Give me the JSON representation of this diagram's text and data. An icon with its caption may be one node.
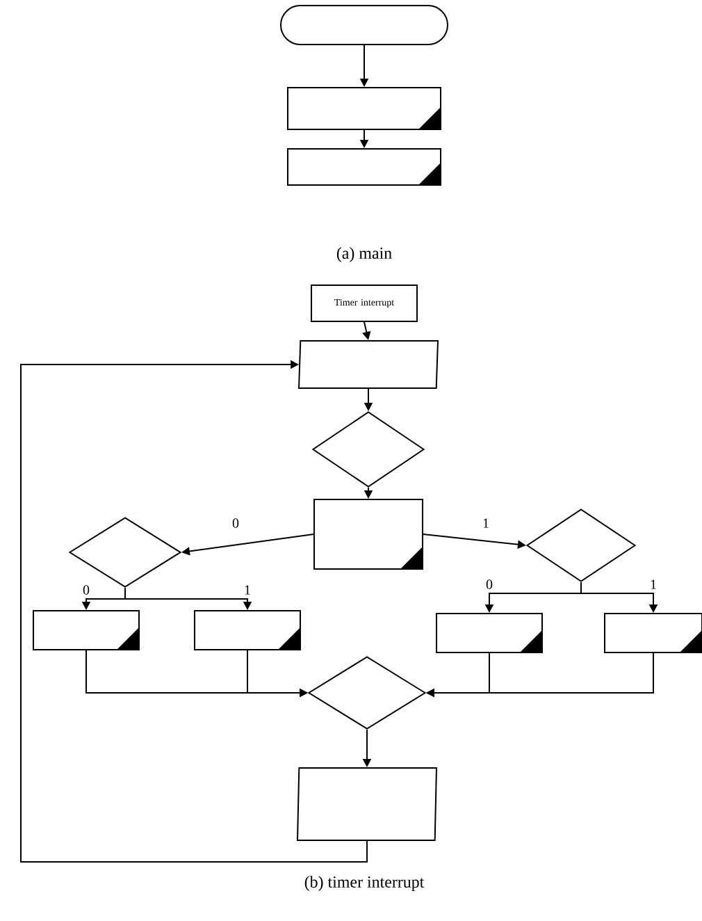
{
  "diagram": {
    "nodes": [
      {
        "text": [],
        "shape": "terminal"
      },
      {
        "text": [],
        "shape": "box"
      },
      {
        "text": [],
        "shape": "box"
      },
      {
        "text": [
          "Timer interrupt"
        ]
      },
      {
        "text": [],
        "shape": "parallelogram"
      },
      {
        "text": [],
        "shape": "diamond"
      },
      {
        "text": [],
        "shape": "box"
      },
      {
        "text": [],
        "shape": "diamond"
      },
      {
        "text": [],
        "shape": "diamond"
      },
      {
        "text": [],
        "shape": "box"
      },
      {
        "text": [],
        "shape": "box"
      },
      {
        "text": [],
        "shape": "box"
      },
      {
        "text": [],
        "shape": "box"
      },
      {
        "text": [],
        "shape": "diamond"
      },
      {
        "text": [],
        "shape": "parallelogram"
      }
    ],
    "edges": [
      {
        "from": 0,
        "to": 1,
        "arrow": "to"
      },
      {
        "from": 1,
        "to": 2,
        "arrow": "to"
      },
      {
        "from": 3,
        "to": 4,
        "arrow": "to"
      },
      {
        "from": 4,
        "to": 5,
        "arrow": "to"
      },
      {
        "from": 5,
        "to": 6,
        "arrow": "to"
      },
      {
        "from": 6,
        "to": 7,
        "arrow": "to",
        "label": "0"
      },
      {
        "from": 6,
        "to": 8,
        "arrow": "to",
        "label": "1"
      },
      {
        "from": 7,
        "to": 9,
        "arrow": "to",
        "label": "0"
      },
      {
        "from": 7,
        "to": 10,
        "arrow": "to",
        "label": "1"
      },
      {
        "from": 8,
        "to": 11,
        "arrow": "to",
        "label": "0"
      },
      {
        "from": 8,
        "to": 12,
        "arrow": "to",
        "label": "1"
      },
      {
        "from": 9,
        "to": 13,
        "arrow": "to"
      },
      {
        "from": 10,
        "to": 13,
        "arrow": "to"
      },
      {
        "from": 11,
        "to": 13,
        "arrow": "to"
      },
      {
        "from": 12,
        "to": 13,
        "arrow": "to"
      },
      {
        "from": 13,
        "to": 14,
        "arrow": "to"
      },
      {
        "from": 14,
        "to": 4,
        "arrow": "to"
      }
    ],
    "labels": [
      "(a) main",
      "(b) timer interrupt"
    ]
  }
}
